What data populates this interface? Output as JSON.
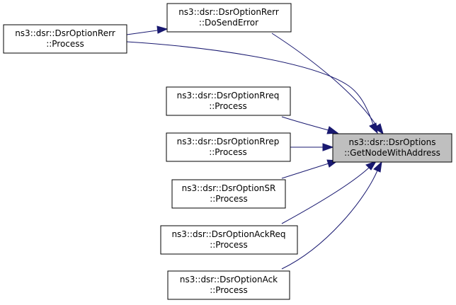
{
  "nodes": {
    "target": {
      "line1": "ns3::dsr::DsrOptions",
      "line2": "::GetNodeWithAddress"
    },
    "rerr_dosenderror": {
      "line1": "ns3::dsr::DsrOptionRerr",
      "line2": "::DoSendError"
    },
    "rerr_process": {
      "line1": "ns3::dsr::DsrOptionRerr",
      "line2": "::Process"
    },
    "rreq_process": {
      "line1": "ns3::dsr::DsrOptionRreq",
      "line2": "::Process"
    },
    "rrep_process": {
      "line1": "ns3::dsr::DsrOptionRrep",
      "line2": "::Process"
    },
    "sr_process": {
      "line1": "ns3::dsr::DsrOptionSR",
      "line2": "::Process"
    },
    "ackreq_process": {
      "line1": "ns3::dsr::DsrOptionAckReq",
      "line2": "::Process"
    },
    "ack_process": {
      "line1": "ns3::dsr::DsrOptionAck",
      "line2": "::Process"
    }
  },
  "edges": [
    {
      "from": "rerr_process",
      "to": "rerr_dosenderror"
    },
    {
      "from": "rerr_dosenderror",
      "to": "target"
    },
    {
      "from": "rerr_process",
      "to": "target"
    },
    {
      "from": "rreq_process",
      "to": "target"
    },
    {
      "from": "rrep_process",
      "to": "target"
    },
    {
      "from": "sr_process",
      "to": "target"
    },
    {
      "from": "ackreq_process",
      "to": "target"
    },
    {
      "from": "ack_process",
      "to": "target"
    }
  ],
  "colors": {
    "edge": "#191970",
    "target_fill": "#bfbfbf",
    "node_fill": "#ffffff",
    "border": "#000000"
  }
}
